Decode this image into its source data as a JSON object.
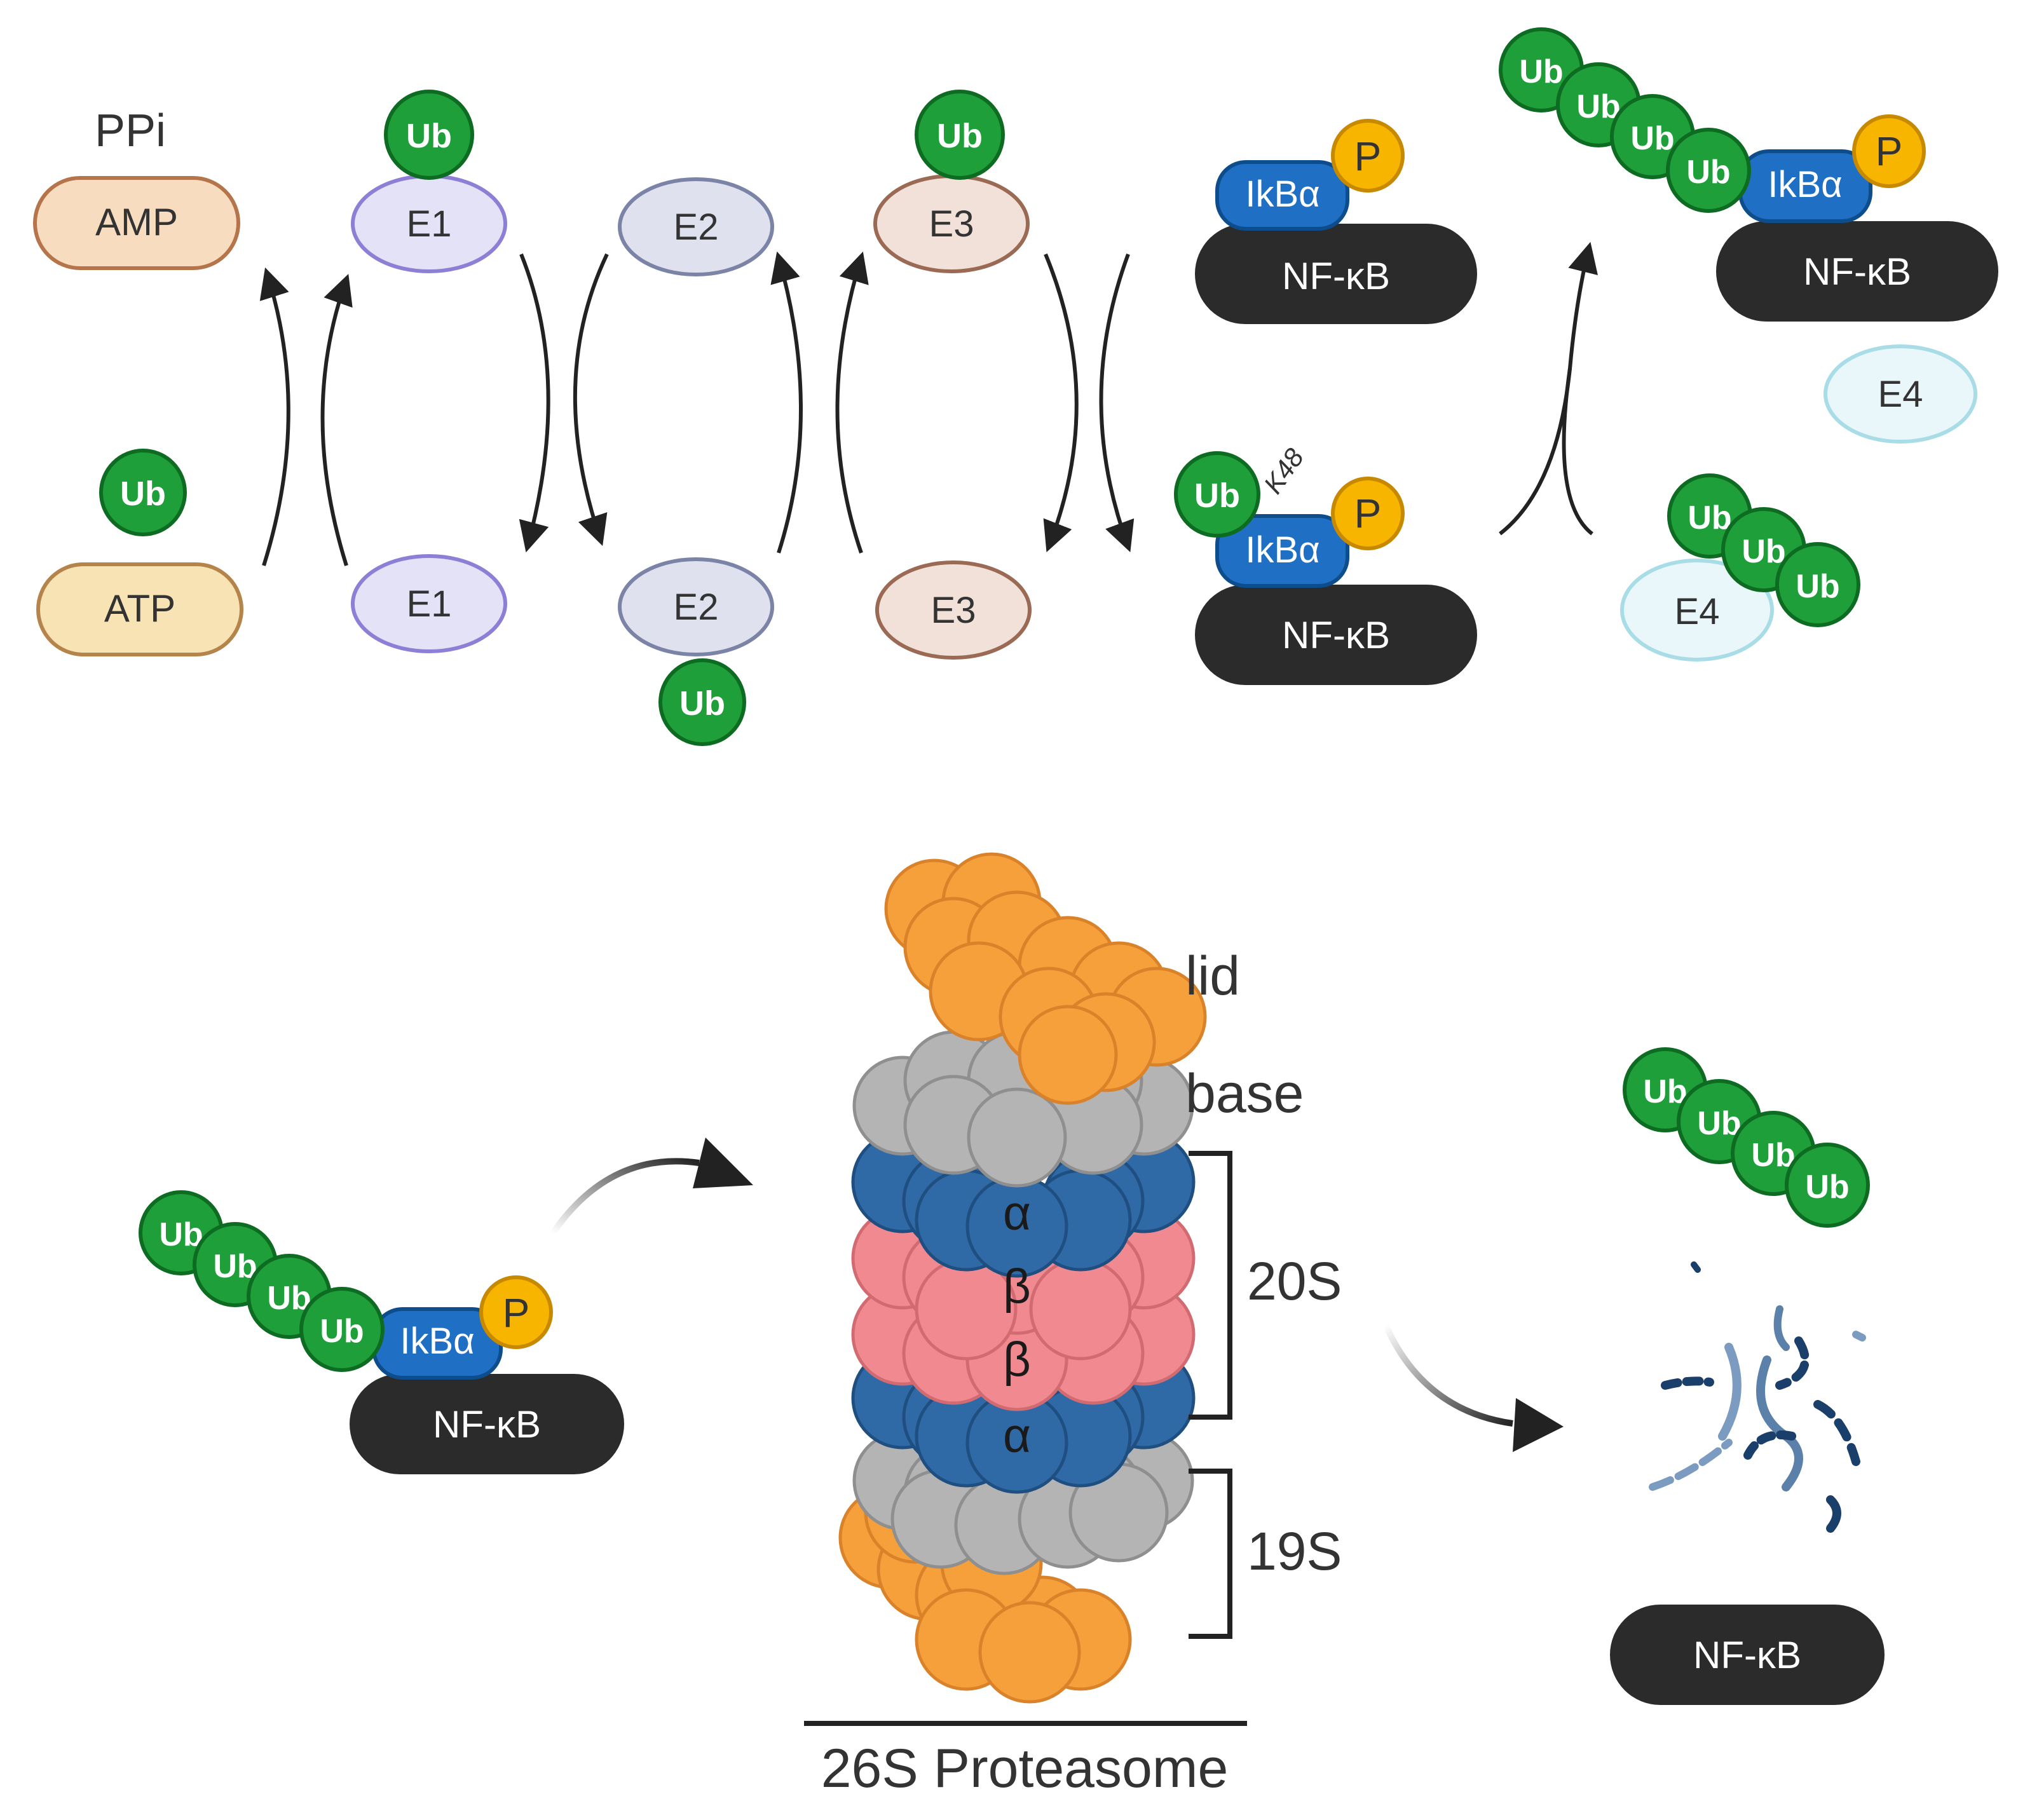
{
  "colors": {
    "ub_fill": "#1e9f3a",
    "ub_stroke": "#0d6b22",
    "ikba_fill": "#1f6fc4",
    "phospho_fill": "#f7b500",
    "nfkb_fill": "#2b2b2b",
    "lid_orange": "#f5a03b",
    "base_gray": "#b4b4b4",
    "alpha_blue": "#2f6aa6",
    "beta_pink": "#f08a90",
    "e1_fill": "#e4e2f7",
    "e2_fill": "#dfe2ee",
    "e3_fill": "#f1e1d9",
    "e4_fill": "#eaf7fa",
    "amp_fill": "#f8dcc0",
    "atp_fill": "#f8e3b4"
  },
  "cascade": {
    "ppi_label": "PPi",
    "amp_label": "AMP",
    "atp_label": "ATP",
    "e1_label": "E1",
    "e2_label": "E2",
    "e3_label": "E3",
    "e4_label": "E4",
    "ub_label": "Ub",
    "k48_label": "K48"
  },
  "substrate": {
    "ikba_label": "IkBα",
    "phospho_label": "P",
    "nfkb_label": "NF-κB"
  },
  "proteasome": {
    "lid_label": "lid",
    "base_label": "base",
    "alpha_label": "α",
    "beta_label": "β",
    "s20_label": "20S",
    "s19_label": "19S",
    "title": "26S Proteasome"
  }
}
